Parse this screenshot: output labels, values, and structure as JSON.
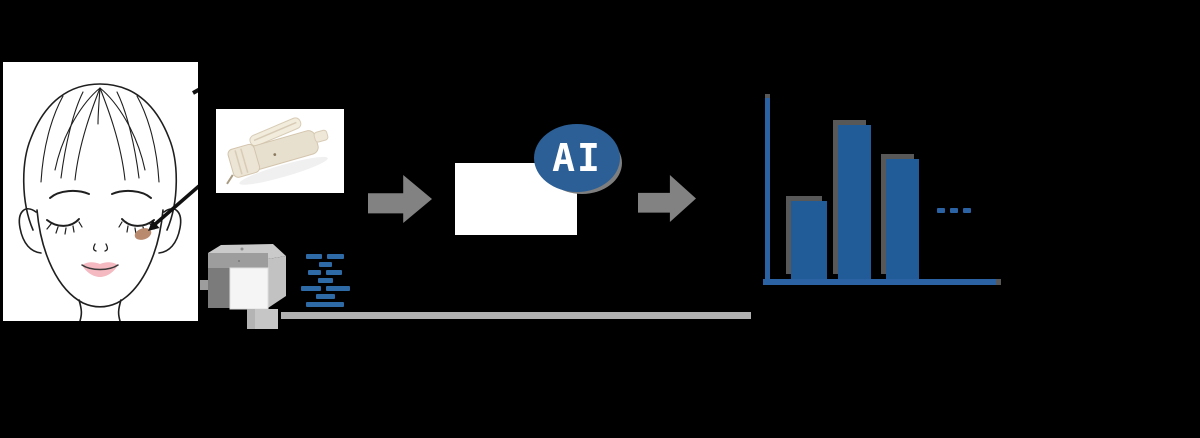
{
  "page": {
    "background": "#000000"
  },
  "colors": {
    "bar_blue": "#215c99",
    "axis_blue": "#2b62a4",
    "ai_badge_blue": "#2b5f95",
    "caption_blue": "#2e6ba6",
    "arrow_gray": "#828282",
    "shadow_gray": "#585858",
    "band_gray": "#b1b1b1"
  },
  "icons": {
    "arrow_1": "block-arrow-right",
    "arrow_2": "block-arrow-right",
    "ai_badge": "ai-circle-badge",
    "face": "face-line-art",
    "device": "skin-sampling-device-photo",
    "analyzer": "benchtop-analyzer"
  },
  "flow": {
    "ai_badge": {
      "label": "AI"
    },
    "face_panel": {
      "has_cheek_spot": true,
      "has_pointer_arrow": true
    },
    "analysis_box": {
      "text": ""
    },
    "caption": {
      "illegible": true,
      "rows": [
        [
          16,
          17
        ],
        [
          13
        ],
        [
          13,
          16
        ],
        [
          15
        ],
        [
          20,
          24
        ],
        [
          19
        ],
        [
          38
        ]
      ]
    }
  },
  "chart_data": {
    "type": "bar",
    "title": "",
    "xlabel": "",
    "ylabel": "",
    "categories": [
      "",
      "",
      ""
    ],
    "values": [
      42,
      83,
      65
    ],
    "values_note": "estimated % of y-axis height; no tick labels shown",
    "ylim": [
      0,
      100
    ],
    "grid": false,
    "legend": false,
    "continuation_dashes": 3
  }
}
